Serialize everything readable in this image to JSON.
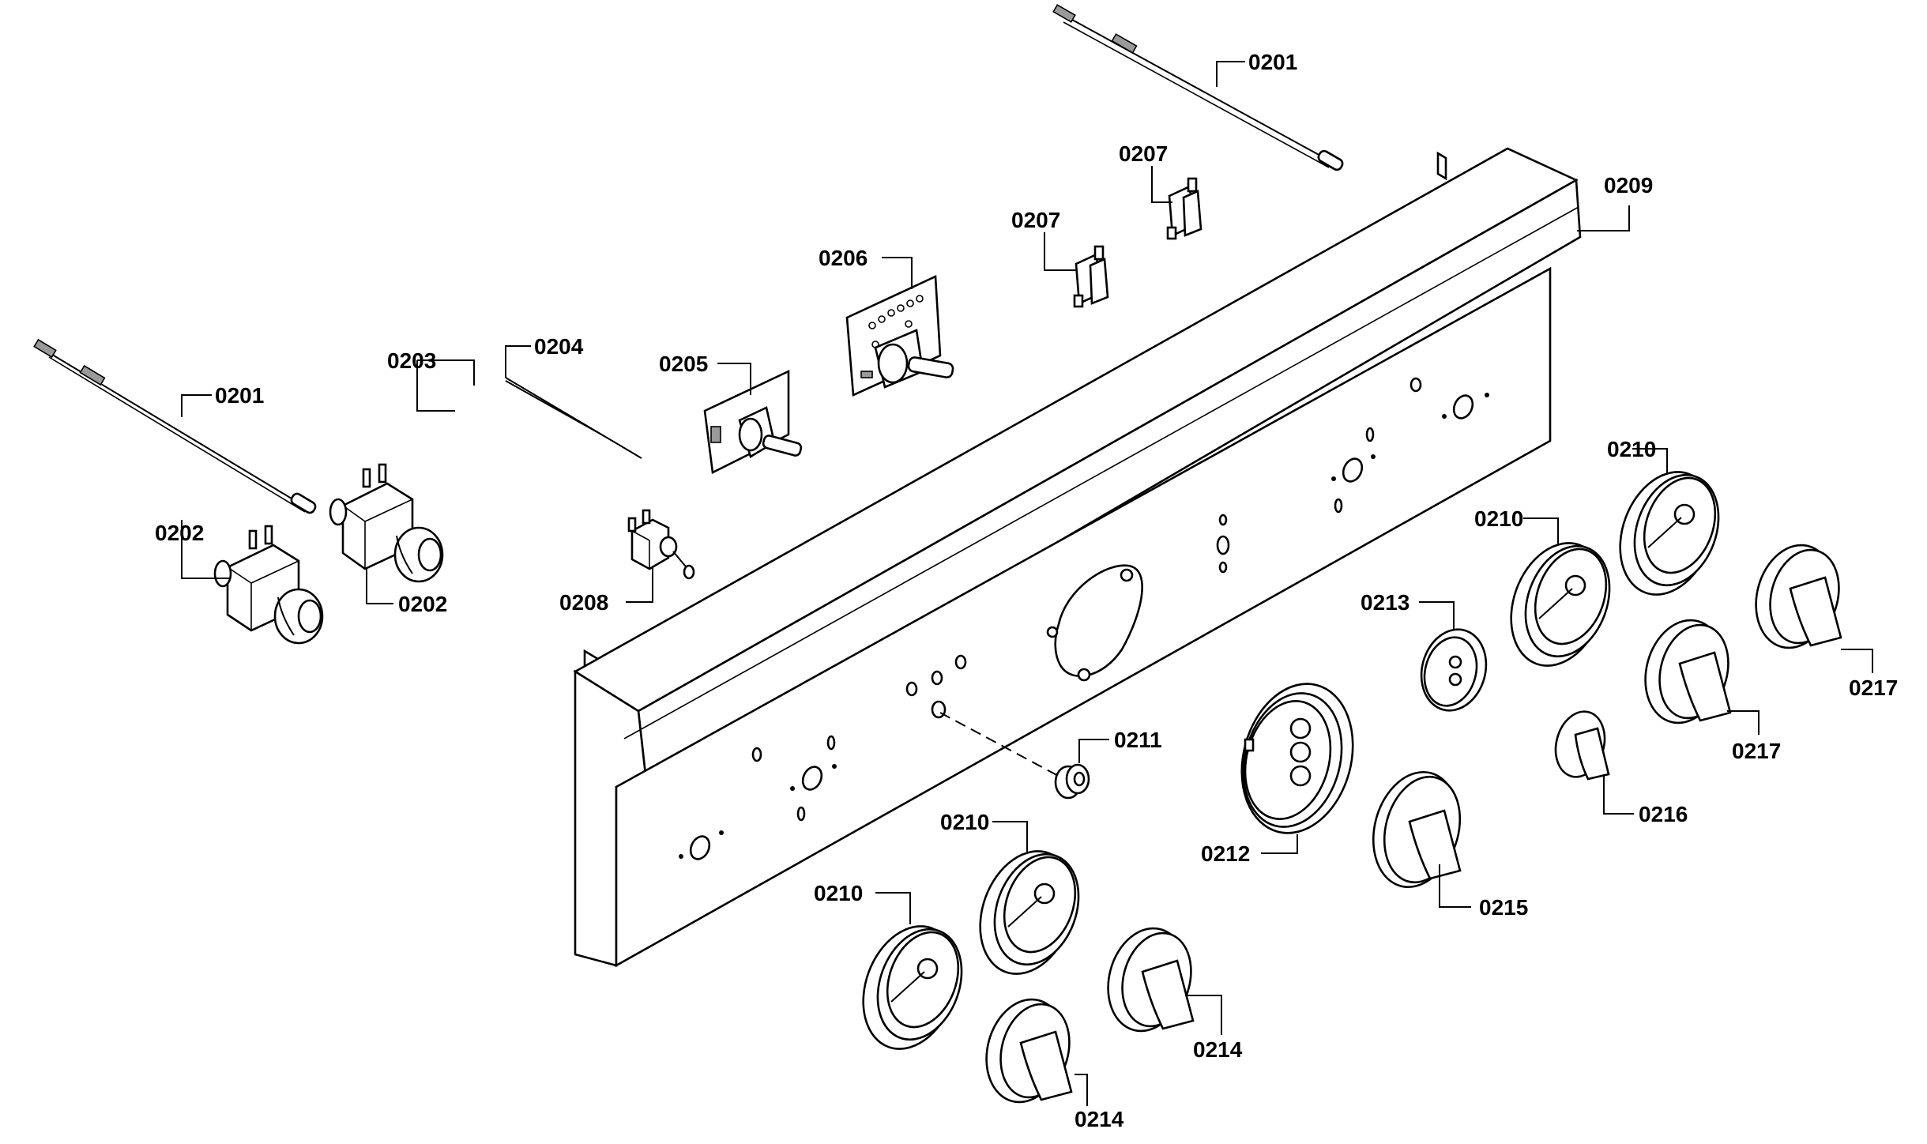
{
  "callouts": [
    {
      "id": "c1",
      "label": "0201"
    },
    {
      "id": "c2",
      "label": "0201"
    },
    {
      "id": "c3",
      "label": "0202"
    },
    {
      "id": "c4",
      "label": "0202"
    },
    {
      "id": "c5",
      "label": "0203"
    },
    {
      "id": "c6",
      "label": "0204"
    },
    {
      "id": "c7",
      "label": "0205"
    },
    {
      "id": "c8",
      "label": "0206"
    },
    {
      "id": "c9",
      "label": "0207"
    },
    {
      "id": "c10",
      "label": "0207"
    },
    {
      "id": "c11",
      "label": "0208"
    },
    {
      "id": "c12",
      "label": "0209"
    },
    {
      "id": "c13",
      "label": "0210"
    },
    {
      "id": "c14",
      "label": "0210"
    },
    {
      "id": "c15",
      "label": "0210"
    },
    {
      "id": "c16",
      "label": "0210"
    },
    {
      "id": "c17",
      "label": "0211"
    },
    {
      "id": "c18",
      "label": "0212"
    },
    {
      "id": "c19",
      "label": "0213"
    },
    {
      "id": "c20",
      "label": "0214"
    },
    {
      "id": "c21",
      "label": "0214"
    },
    {
      "id": "c22",
      "label": "0215"
    },
    {
      "id": "c23",
      "label": "0216"
    },
    {
      "id": "c24",
      "label": "0217"
    },
    {
      "id": "c25",
      "label": "0217"
    }
  ]
}
